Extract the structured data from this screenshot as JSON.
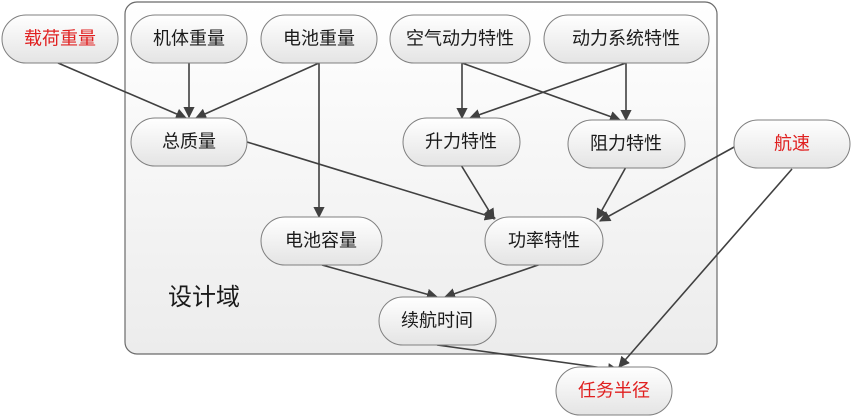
{
  "domain_label": "设计域",
  "nodes": {
    "payload_weight": "载荷重量",
    "airframe_weight": "机体重量",
    "battery_weight": "电池重量",
    "aerodynamics": "空气动力特性",
    "propulsion": "动力系统特性",
    "total_mass": "总质量",
    "lift": "升力特性",
    "drag": "阻力特性",
    "cruise_speed": "航速",
    "battery_capacity": "电池容量",
    "power": "功率特性",
    "endurance": "续航时间",
    "mission_radius": "任务半径"
  },
  "colors": {
    "internal_text": "#1a1a1a",
    "external_text": "#e02020",
    "arrow": "#404040"
  }
}
